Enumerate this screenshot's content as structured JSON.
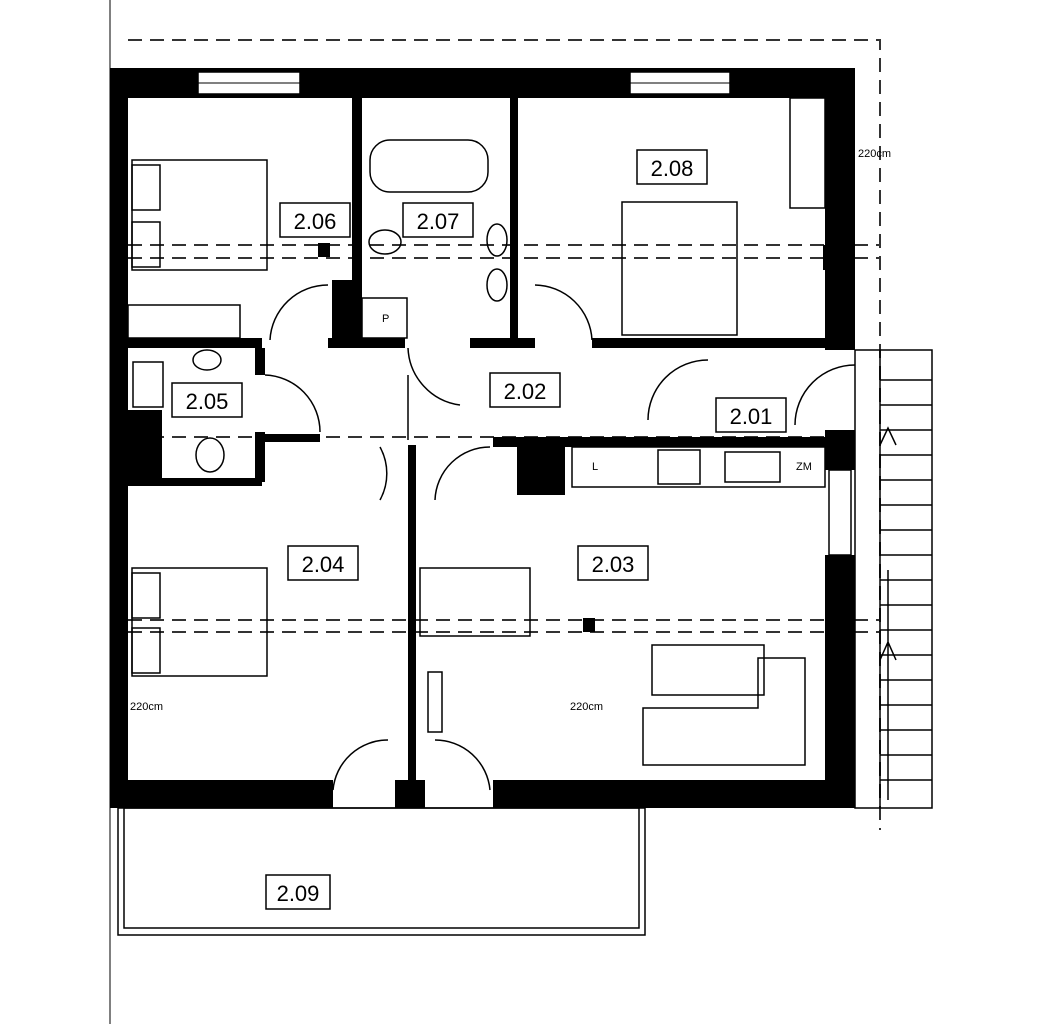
{
  "rooms": [
    {
      "id": "2.01"
    },
    {
      "id": "2.02"
    },
    {
      "id": "2.03"
    },
    {
      "id": "2.04"
    },
    {
      "id": "2.05"
    },
    {
      "id": "2.06"
    },
    {
      "id": "2.07"
    },
    {
      "id": "2.08"
    },
    {
      "id": "2.09"
    }
  ],
  "annotations": {
    "height_right": "220cm",
    "height_left": "220cm",
    "height_center": "220cm",
    "p": "P",
    "l": "L",
    "zm": "ZM"
  }
}
